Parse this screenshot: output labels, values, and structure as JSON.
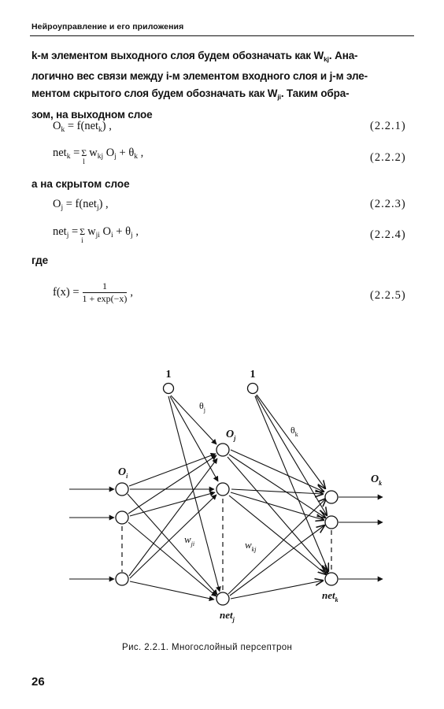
{
  "header": {
    "running_title": "Нейроуправление и его приложения"
  },
  "intro": {
    "l1a": "k-м элементом выходного слоя будем обозначать как W",
    "l1s": "kj",
    "l1b": ". Ана-",
    "l2": "логично вес связи между i-м элементом входного слоя и j-м эле-",
    "l3a": "ментом скрытого слоя будем обозначать как W",
    "l3s": "ji",
    "l3b": ". Таким обра-",
    "l4": "зом, на выходном слое"
  },
  "equations": {
    "e1": {
      "number": "(2.2.1)"
    },
    "e2": {
      "number": "(2.2.2)"
    },
    "e3": {
      "number": "(2.2.3)"
    },
    "e4": {
      "number": "(2.2.4)"
    },
    "e5": {
      "number": "(2.2.5)",
      "numerator": "1",
      "denominator": "1 + exp(−x)"
    }
  },
  "text": {
    "hidden_layer": "а на скрытом слое",
    "where": "где"
  },
  "figure": {
    "caption": "Рис. 2.2.1. Многослойный персептрон",
    "bias1": "1",
    "bias2": "1",
    "theta_j": "θ",
    "theta_j_sub": "j",
    "theta_k": "θ",
    "theta_k_sub": "k",
    "O_i": "O",
    "O_i_sub": "i",
    "O_j": "O",
    "O_j_sub": "j",
    "O_k": "O",
    "O_k_sub": "k",
    "w_ji": "w",
    "w_ji_sub": "ji",
    "w_kj": "w",
    "w_kj_sub": "kj",
    "net_j": "net",
    "net_j_sub": "j",
    "net_k": "net",
    "net_k_sub": "k"
  },
  "page_number": "26"
}
